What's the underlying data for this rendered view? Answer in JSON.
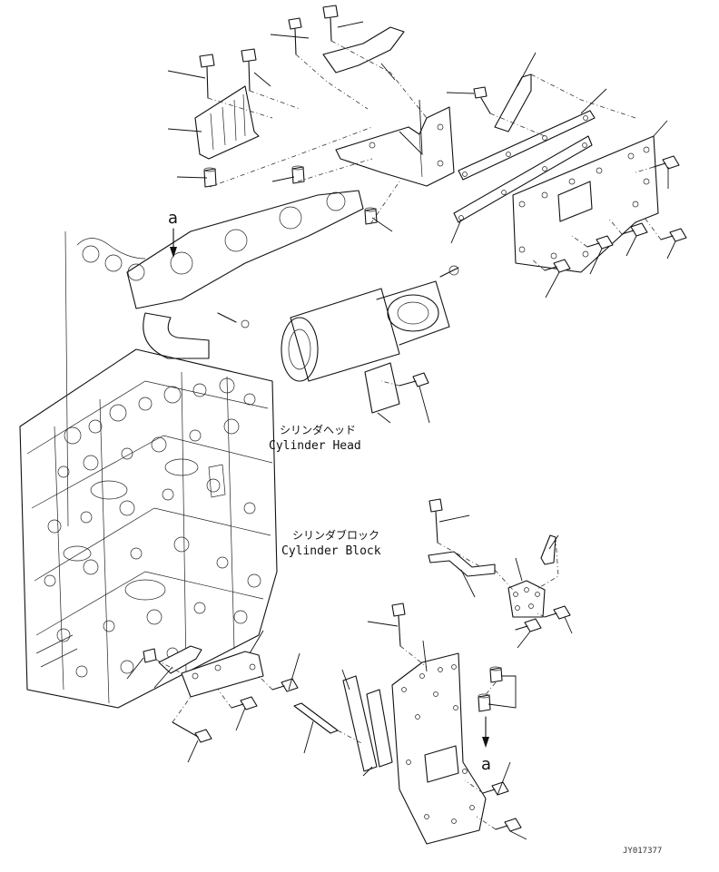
{
  "labels": {
    "cylinder_head_jp": "シリンダヘッド",
    "cylinder_head_en": "Cylinder Head",
    "cylinder_block_jp": "シリンダブロック",
    "cylinder_block_en": "Cylinder Block",
    "ref_a_top": "a",
    "ref_a_bottom": "a",
    "drawing_code": "JY017377"
  }
}
